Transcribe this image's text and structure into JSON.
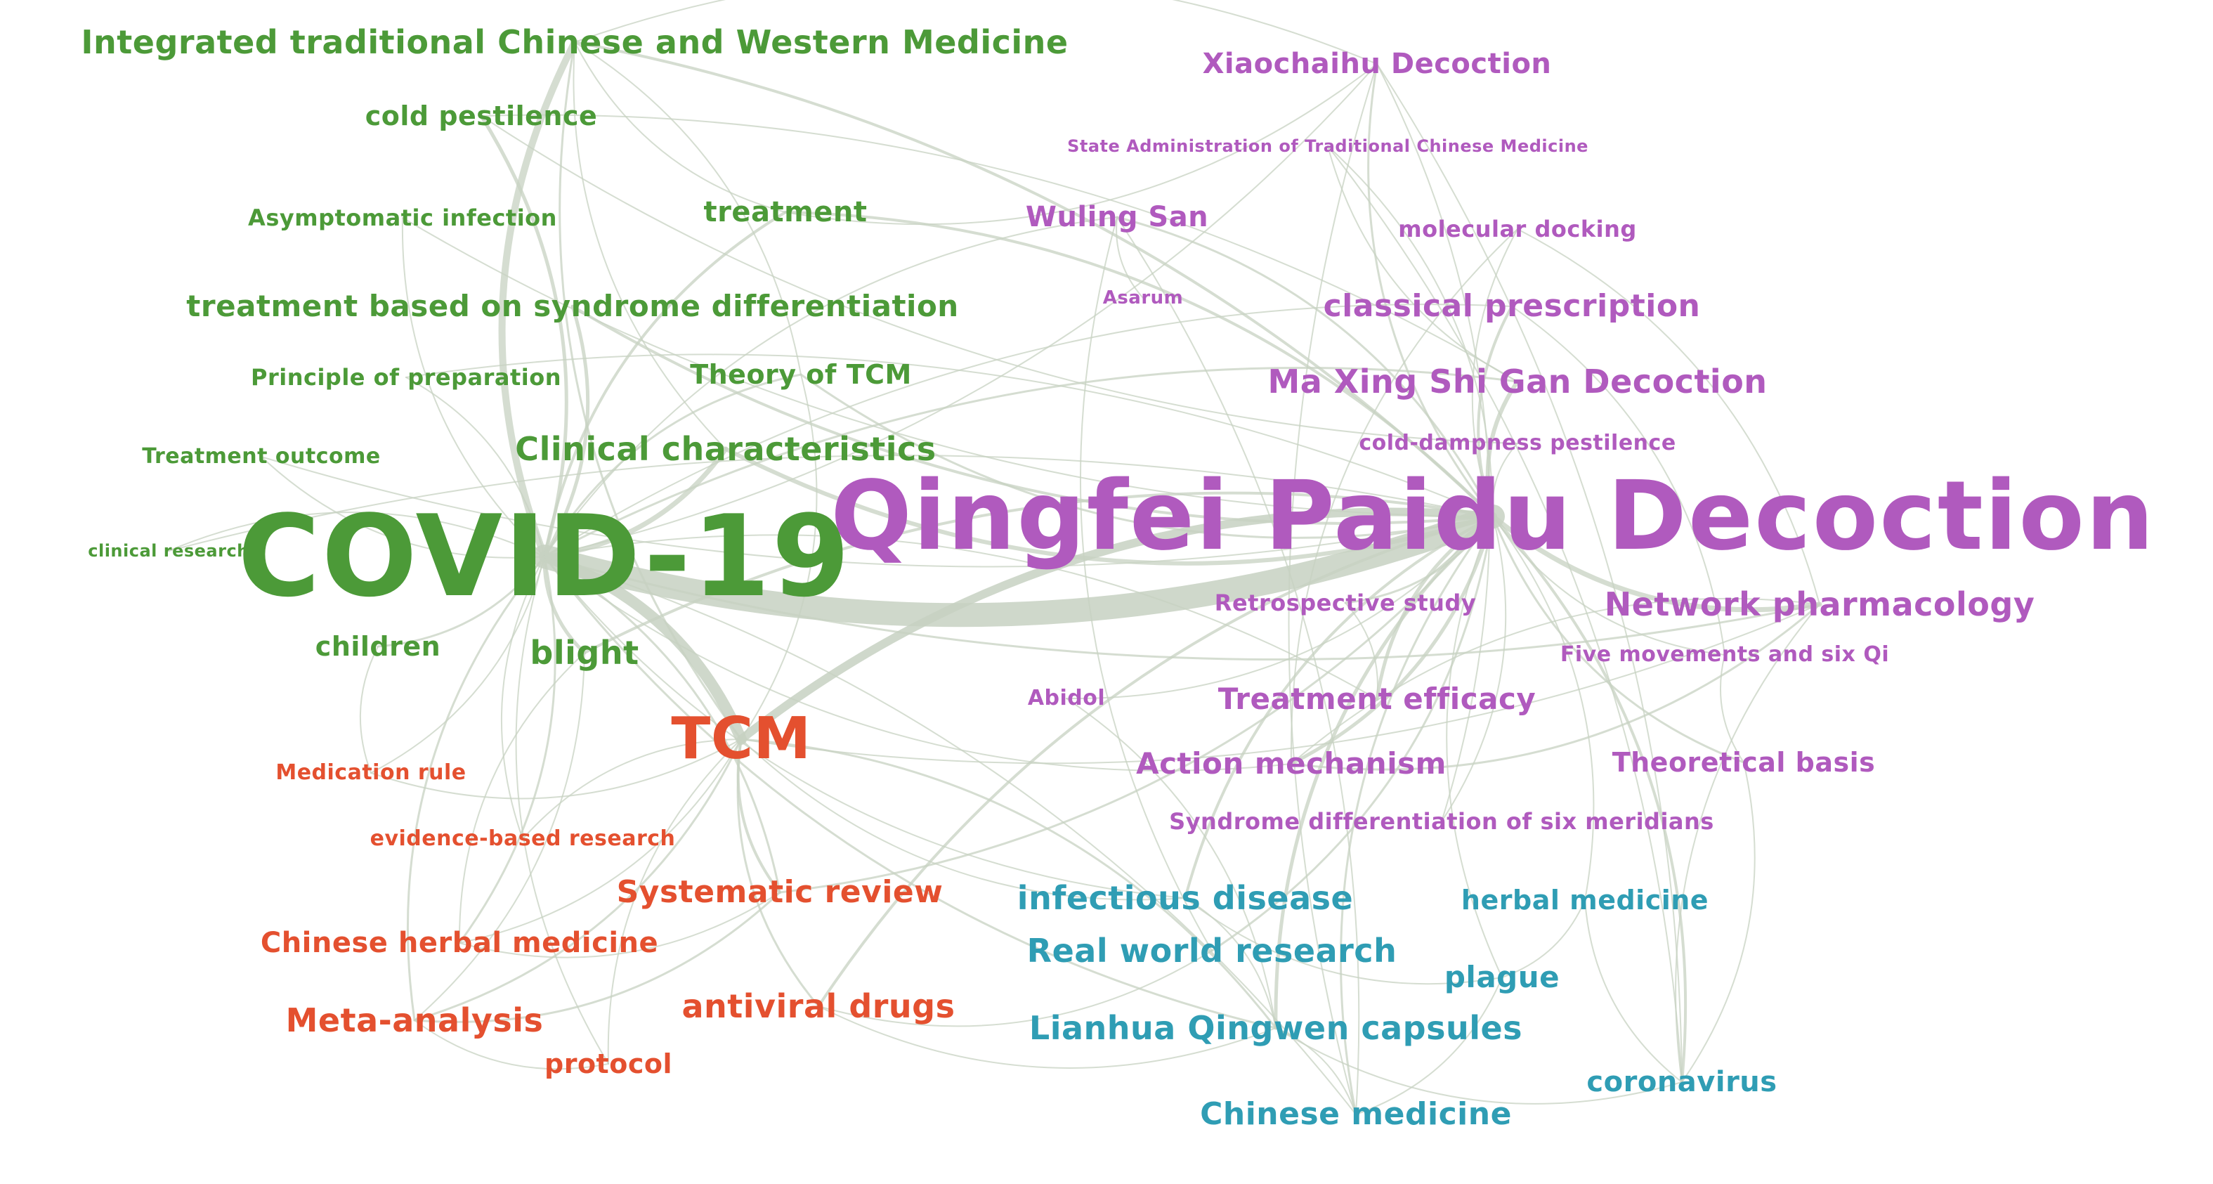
{
  "diagram": {
    "clusters": [
      {
        "id": "green",
        "color": "#4c9a38"
      },
      {
        "id": "purple",
        "color": "#b05abe"
      },
      {
        "id": "red",
        "color": "#e4502f"
      },
      {
        "id": "teal",
        "color": "#2f9db4"
      }
    ],
    "edge_color": "#c7d1c2",
    "nodes": [
      {
        "id": "integrated",
        "label": "Integrated traditional Chinese and Western Medicine",
        "cluster": "green"
      },
      {
        "id": "cold_pestilence",
        "label": "cold pestilence",
        "cluster": "green"
      },
      {
        "id": "asymptomatic",
        "label": "Asymptomatic infection",
        "cluster": "green"
      },
      {
        "id": "treatment",
        "label": "treatment",
        "cluster": "green"
      },
      {
        "id": "syndrome_diff",
        "label": "treatment based on syndrome differentiation",
        "cluster": "green"
      },
      {
        "id": "principle",
        "label": "Principle of preparation",
        "cluster": "green"
      },
      {
        "id": "theory_tcm",
        "label": "Theory of TCM",
        "cluster": "green"
      },
      {
        "id": "treatment_outcome",
        "label": "Treatment outcome",
        "cluster": "green"
      },
      {
        "id": "clinical_char",
        "label": "Clinical characteristics",
        "cluster": "green"
      },
      {
        "id": "clinical_research",
        "label": "clinical research",
        "cluster": "green"
      },
      {
        "id": "covid",
        "label": "COVID-19",
        "cluster": "green"
      },
      {
        "id": "children",
        "label": "children",
        "cluster": "green"
      },
      {
        "id": "blight",
        "label": "blight",
        "cluster": "green"
      },
      {
        "id": "xiaochaihu",
        "label": "Xiaochaihu Decoction",
        "cluster": "purple"
      },
      {
        "id": "state_admin",
        "label": "State Administration of Traditional Chinese Medicine",
        "cluster": "purple"
      },
      {
        "id": "wuling",
        "label": "Wuling San",
        "cluster": "purple"
      },
      {
        "id": "molecular",
        "label": "molecular docking",
        "cluster": "purple"
      },
      {
        "id": "asarum",
        "label": "Asarum",
        "cluster": "purple"
      },
      {
        "id": "classical",
        "label": "classical prescription",
        "cluster": "purple"
      },
      {
        "id": "maxing",
        "label": "Ma Xing Shi Gan Decoction",
        "cluster": "purple"
      },
      {
        "id": "cold_damp",
        "label": "cold-dampness pestilence",
        "cluster": "purple"
      },
      {
        "id": "qingfei",
        "label": "Qingfei Paidu Decoction",
        "cluster": "purple"
      },
      {
        "id": "retro",
        "label": "Retrospective study",
        "cluster": "purple"
      },
      {
        "id": "network",
        "label": "Network pharmacology",
        "cluster": "purple"
      },
      {
        "id": "five_mov",
        "label": "Five movements and six Qi",
        "cluster": "purple"
      },
      {
        "id": "abidol",
        "label": "Abidol",
        "cluster": "purple"
      },
      {
        "id": "efficacy",
        "label": "Treatment efficacy",
        "cluster": "purple"
      },
      {
        "id": "action",
        "label": "Action mechanism",
        "cluster": "purple"
      },
      {
        "id": "theoretical",
        "label": "Theoretical basis",
        "cluster": "purple"
      },
      {
        "id": "six_meridians",
        "label": "Syndrome differentiation of six meridians",
        "cluster": "purple"
      },
      {
        "id": "tcm",
        "label": "TCM",
        "cluster": "red"
      },
      {
        "id": "med_rule",
        "label": "Medication rule",
        "cluster": "red"
      },
      {
        "id": "evidence",
        "label": "evidence-based research",
        "cluster": "red"
      },
      {
        "id": "systematic",
        "label": "Systematic review",
        "cluster": "red"
      },
      {
        "id": "herbal_cn",
        "label": "Chinese herbal medicine",
        "cluster": "red"
      },
      {
        "id": "meta",
        "label": "Meta-analysis",
        "cluster": "red"
      },
      {
        "id": "antiviral",
        "label": "antiviral drugs",
        "cluster": "red"
      },
      {
        "id": "protocol",
        "label": "protocol",
        "cluster": "red"
      },
      {
        "id": "infectious",
        "label": "infectious disease",
        "cluster": "teal"
      },
      {
        "id": "herbal_med",
        "label": "herbal medicine",
        "cluster": "teal"
      },
      {
        "id": "real_world",
        "label": "Real world research",
        "cluster": "teal"
      },
      {
        "id": "plague",
        "label": "plague",
        "cluster": "teal"
      },
      {
        "id": "lianhua",
        "label": "Lianhua Qingwen capsules",
        "cluster": "teal"
      },
      {
        "id": "coronavirus",
        "label": "coronavirus",
        "cluster": "teal"
      },
      {
        "id": "chinese_med",
        "label": "Chinese medicine",
        "cluster": "teal"
      }
    ],
    "edges": [
      [
        "covid",
        "qingfei",
        34
      ],
      [
        "covid",
        "tcm",
        16
      ],
      [
        "qingfei",
        "tcm",
        12
      ],
      [
        "covid",
        "integrated",
        10
      ],
      [
        "covid",
        "clinical_char",
        7
      ],
      [
        "qingfei",
        "clinical_char",
        6
      ],
      [
        "qingfei",
        "network",
        7
      ],
      [
        "qingfei",
        "maxing",
        6
      ],
      [
        "qingfei",
        "efficacy",
        5
      ],
      [
        "qingfei",
        "action",
        5
      ],
      [
        "qingfei",
        "lianhua",
        5
      ],
      [
        "qingfei",
        "classical",
        4
      ],
      [
        "qingfei",
        "treatment",
        4
      ],
      [
        "qingfei",
        "syndrome_diff",
        4
      ],
      [
        "qingfei",
        "infectious",
        4
      ],
      [
        "qingfei",
        "xiaochaihu",
        3
      ],
      [
        "qingfei",
        "wuling",
        3
      ],
      [
        "qingfei",
        "coronavirus",
        4
      ],
      [
        "qingfei",
        "chinese_med",
        3
      ],
      [
        "qingfei",
        "systematic",
        3
      ],
      [
        "qingfei",
        "antiviral",
        4
      ],
      [
        "qingfei",
        "real_world",
        3
      ],
      [
        "qingfei",
        "theoretical",
        3
      ],
      [
        "qingfei",
        "retro",
        3
      ],
      [
        "qingfei",
        "integrated",
        4
      ],
      [
        "qingfei",
        "theory_tcm",
        3
      ],
      [
        "qingfei",
        "blight",
        4
      ],
      [
        "qingfei",
        "molecular",
        2
      ],
      [
        "qingfei",
        "state_admin",
        2
      ],
      [
        "qingfei",
        "six_meridians",
        2
      ],
      [
        "qingfei",
        "plague",
        2
      ],
      [
        "qingfei",
        "herbal_med",
        2
      ],
      [
        "qingfei",
        "five_mov",
        2
      ],
      [
        "qingfei",
        "cold_damp",
        2
      ],
      [
        "covid",
        "cold_pestilence",
        5
      ],
      [
        "covid",
        "treatment",
        4
      ],
      [
        "covid",
        "syndrome_diff",
        5
      ],
      [
        "covid",
        "asymptomatic",
        2
      ],
      [
        "covid",
        "principle",
        2
      ],
      [
        "covid",
        "treatment_outcome",
        2
      ],
      [
        "covid",
        "clinical_research",
        2
      ],
      [
        "covid",
        "children",
        3
      ],
      [
        "covid",
        "blight",
        5
      ],
      [
        "covid",
        "theory_tcm",
        3
      ],
      [
        "covid",
        "meta",
        3
      ],
      [
        "covid",
        "herbal_cn",
        3
      ],
      [
        "covid",
        "protocol",
        2
      ],
      [
        "covid",
        "med_rule",
        2
      ],
      [
        "covid",
        "evidence",
        2
      ],
      [
        "covid",
        "systematic",
        3
      ],
      [
        "covid",
        "lianhua",
        3
      ],
      [
        "covid",
        "chinese_med",
        2
      ],
      [
        "covid",
        "infectious",
        2
      ],
      [
        "covid",
        "maxing",
        3
      ],
      [
        "covid",
        "network",
        3
      ],
      [
        "covid",
        "wuling",
        2
      ],
      [
        "covid",
        "xiaochaihu",
        2
      ],
      [
        "covid",
        "classical",
        2
      ],
      [
        "covid",
        "action",
        2
      ],
      [
        "covid",
        "efficacy",
        2
      ],
      [
        "tcm",
        "systematic",
        4
      ],
      [
        "tcm",
        "meta",
        3
      ],
      [
        "tcm",
        "antiviral",
        3
      ],
      [
        "tcm",
        "herbal_cn",
        2
      ],
      [
        "tcm",
        "evidence",
        2
      ],
      [
        "tcm",
        "med_rule",
        2
      ],
      [
        "tcm",
        "protocol",
        2
      ],
      [
        "tcm",
        "lianhua",
        3
      ],
      [
        "tcm",
        "infectious",
        2
      ],
      [
        "tcm",
        "integrated",
        3
      ],
      [
        "tcm",
        "network",
        2
      ],
      [
        "systematic",
        "meta",
        3
      ],
      [
        "meta",
        "protocol",
        2
      ],
      [
        "systematic",
        "herbal_cn",
        2
      ],
      [
        "integrated",
        "treatment",
        2
      ],
      [
        "integrated",
        "theory_tcm",
        2
      ],
      [
        "integrated",
        "clinical_char",
        2
      ],
      [
        "integrated",
        "xiaochaihu",
        2
      ],
      [
        "cold_pestilence",
        "cold_damp",
        2
      ],
      [
        "cold_pestilence",
        "maxing",
        2
      ],
      [
        "treatment",
        "xiaochaihu",
        2
      ],
      [
        "xiaochaihu",
        "six_meridians",
        2
      ],
      [
        "xiaochaihu",
        "chinese_med",
        2
      ],
      [
        "xiaochaihu",
        "coronavirus",
        2
      ],
      [
        "state_admin",
        "maxing",
        2
      ],
      [
        "state_admin",
        "coronavirus",
        2
      ],
      [
        "wuling",
        "asarum",
        2
      ],
      [
        "wuling",
        "chinese_med",
        2
      ],
      [
        "wuling",
        "real_world",
        2
      ],
      [
        "molecular",
        "network",
        2
      ],
      [
        "molecular",
        "action",
        2
      ],
      [
        "network",
        "action",
        3
      ],
      [
        "network",
        "coronavirus",
        2
      ],
      [
        "classical",
        "five_mov",
        2
      ],
      [
        "five_mov",
        "theoretical",
        2
      ],
      [
        "theoretical",
        "coronavirus",
        2
      ],
      [
        "lianhua",
        "coronavirus",
        2
      ],
      [
        "lianhua",
        "chinese_med",
        2
      ],
      [
        "lianhua",
        "infectious",
        2
      ],
      [
        "lianhua",
        "antiviral",
        2
      ],
      [
        "lianhua",
        "abidol",
        2
      ],
      [
        "real_world",
        "antiviral",
        2
      ],
      [
        "infectious",
        "plague",
        2
      ],
      [
        "plague",
        "chinese_med",
        2
      ],
      [
        "herbal_med",
        "coronavirus",
        2
      ],
      [
        "herbal_med",
        "plague",
        2
      ],
      [
        "efficacy",
        "retro",
        2
      ],
      [
        "action",
        "network",
        2
      ],
      [
        "blight",
        "herbal_cn",
        2
      ],
      [
        "blight",
        "meta",
        2
      ],
      [
        "children",
        "med_rule",
        2
      ],
      [
        "theory_tcm",
        "tcm",
        2
      ],
      [
        "asymptomatic",
        "qingfei",
        2
      ],
      [
        "clinical_research",
        "qingfei",
        2
      ],
      [
        "treatment_outcome",
        "qingfei",
        2
      ],
      [
        "principle",
        "qingfei",
        2
      ],
      [
        "abidol",
        "qingfei",
        2
      ]
    ]
  }
}
